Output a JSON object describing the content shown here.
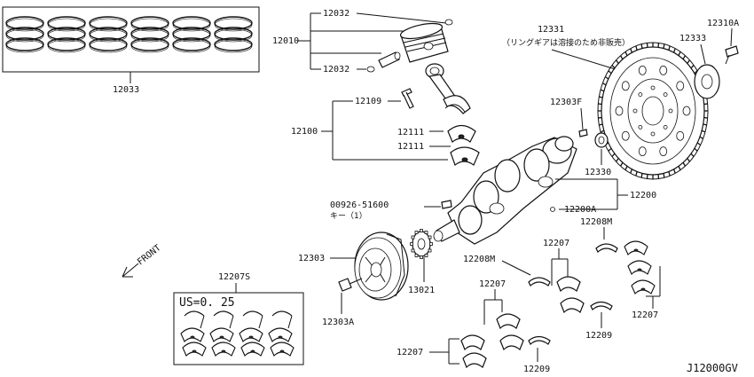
{
  "diagram_id": "J12000GV",
  "front_label": "FRONT",
  "undersize_label": "US=0. 25",
  "callouts": {
    "p12033": "12033",
    "p12032_top": "12032",
    "p12010": "12010",
    "p12032_bot": "12032",
    "p12109": "12109",
    "p12100": "12100",
    "p12111_a": "12111",
    "p12111_b": "12111",
    "p12331": "12331",
    "p12331_note": "（リングギアは溶接のため非販売）",
    "p12333": "12333",
    "p12310A": "12310A",
    "p12303F": "12303F",
    "p12330": "12330",
    "p12200": "12200",
    "p12200A": "12200A",
    "p00926": "00926-51600",
    "key_note": "キー（1）",
    "p12208M_r": "12208M",
    "p12207_r1": "12207",
    "p12208M_l": "12208M",
    "p12207_r2": "12207",
    "p12207_c": "12207",
    "p12209_r": "12209",
    "p12207_b": "12207",
    "p12209_b": "12209",
    "p12303": "12303",
    "p13021": "13021",
    "p12303A": "12303A",
    "p12207S": "12207S"
  }
}
